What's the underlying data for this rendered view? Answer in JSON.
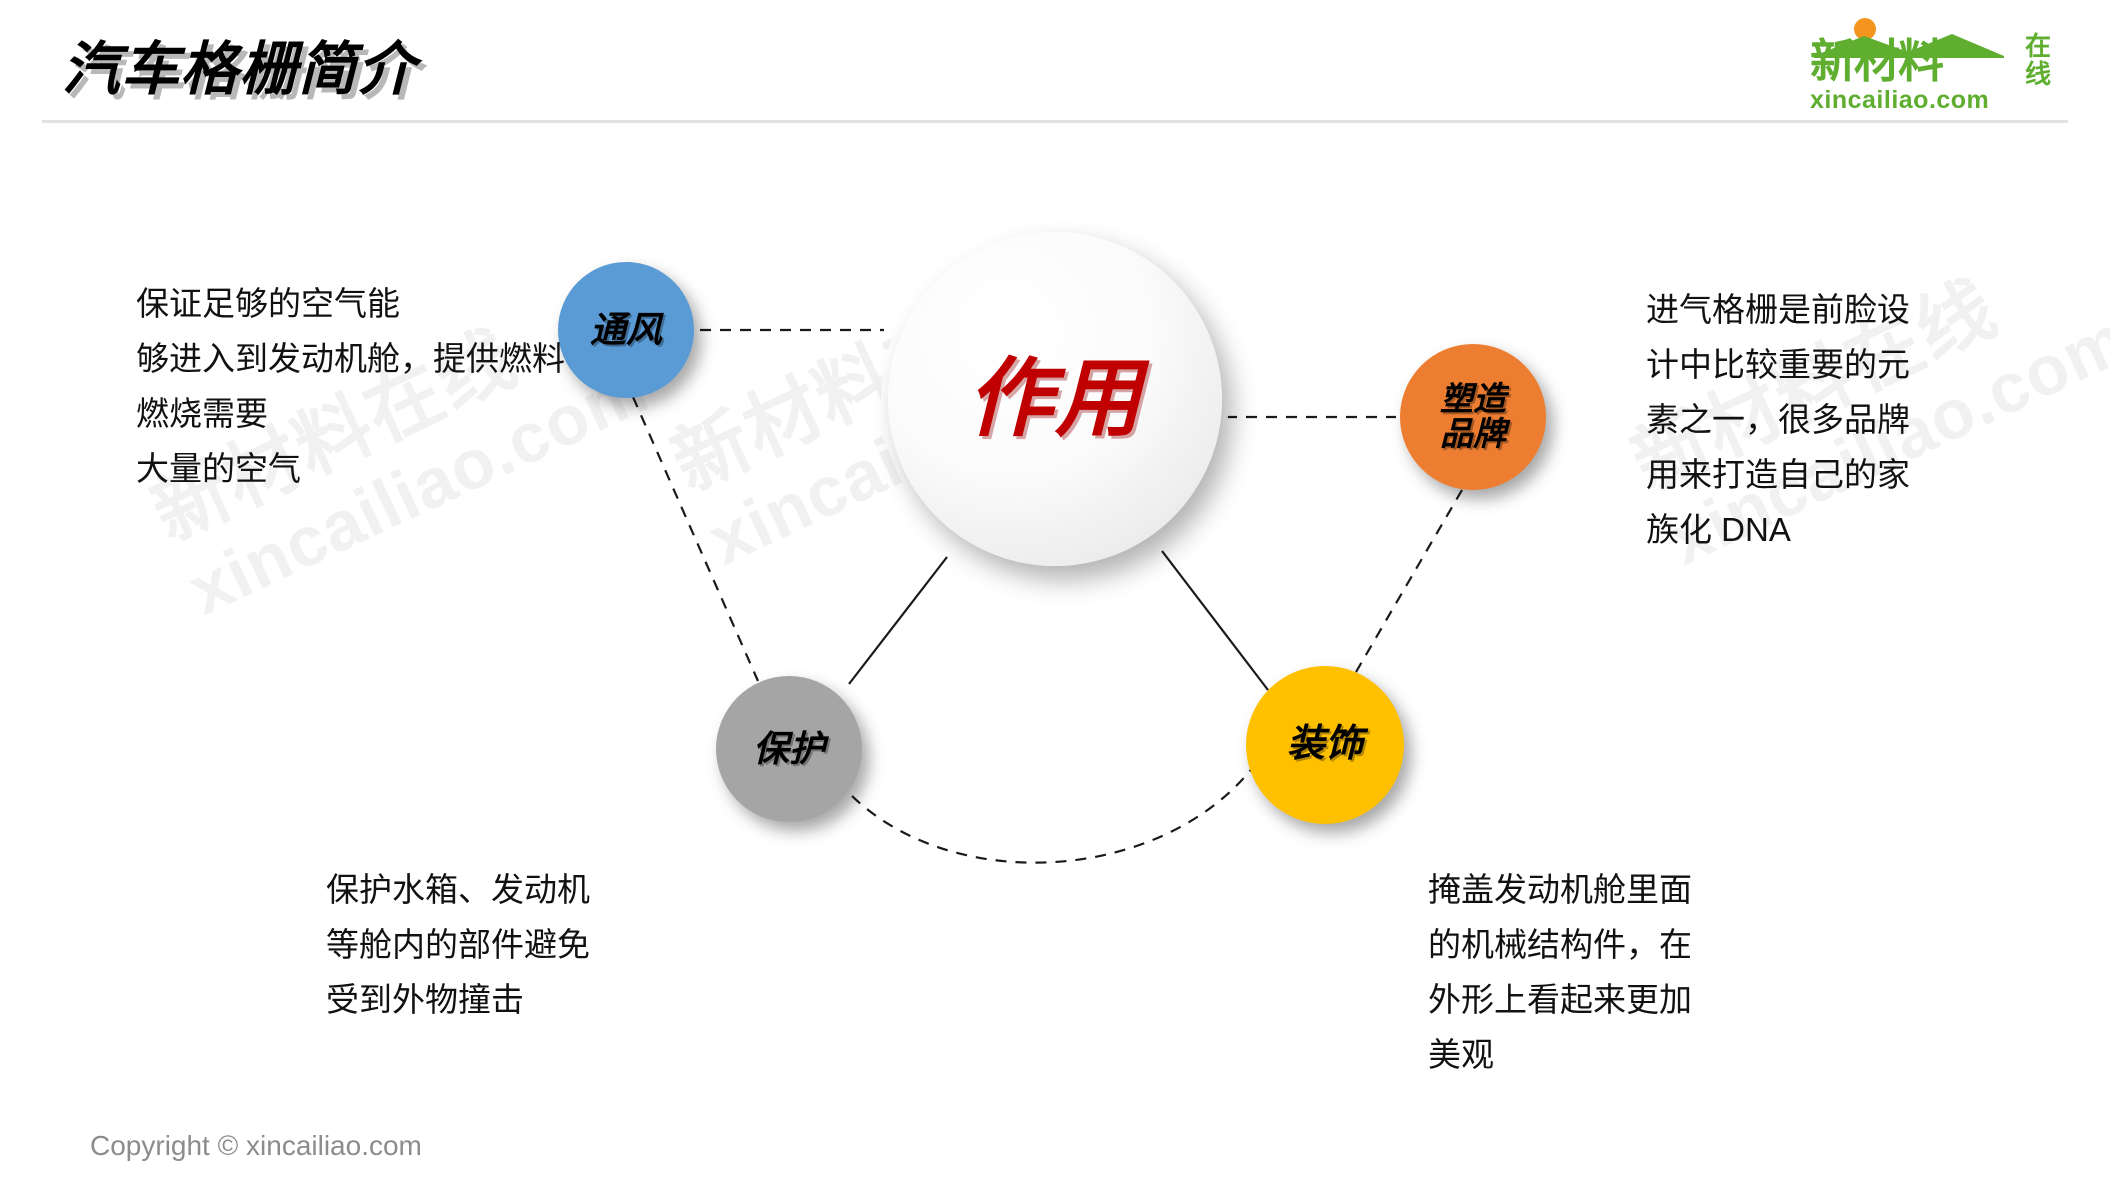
{
  "header": {
    "title": "汽车格栅简介"
  },
  "logo": {
    "main_text": "新材料",
    "sub_top": "在",
    "sub_bottom": "线",
    "url": "xincailiao.com",
    "green": "#5FAE30",
    "dot_color": "#F4951E"
  },
  "watermark": {
    "cn": "新材料在线",
    "en": "xincailiao.com"
  },
  "diagram": {
    "center": {
      "label": "作用",
      "color": "#C00000"
    },
    "nodes": [
      {
        "id": "ventilation",
        "label": "通风",
        "color": "#5B9BD5"
      },
      {
        "id": "brand",
        "label_line1": "塑造",
        "label_line2": "品牌",
        "color": "#ED7D31"
      },
      {
        "id": "protect",
        "label": "保护",
        "color": "#A5A5A5"
      },
      {
        "id": "decorate",
        "label": "装饰",
        "color": "#FFC000"
      }
    ]
  },
  "texts": {
    "ventilation": {
      "l1": "保证足够的空气能",
      "l2": "够进入到发动机舱，提供燃料",
      "l3": "燃烧需要",
      "l4": "大量的空气"
    },
    "brand": {
      "l1": "进气格栅是前脸设",
      "l2": "计中比较重要的元",
      "l3": "素之一，很多品牌",
      "l4": "用来打造自己的家",
      "l5": "族化 DNA"
    },
    "protect": {
      "l1": "保护水箱、发动机",
      "l2": "等舱内的部件避免",
      "l3": "受到外物撞击"
    },
    "decorate": {
      "l1": "掩盖发动机舱里面",
      "l2": "的机械结构件，在",
      "l3": "外形上看起来更加",
      "l4": "美观"
    }
  },
  "footer": {
    "copyright": "Copyright © xincailiao.com"
  }
}
